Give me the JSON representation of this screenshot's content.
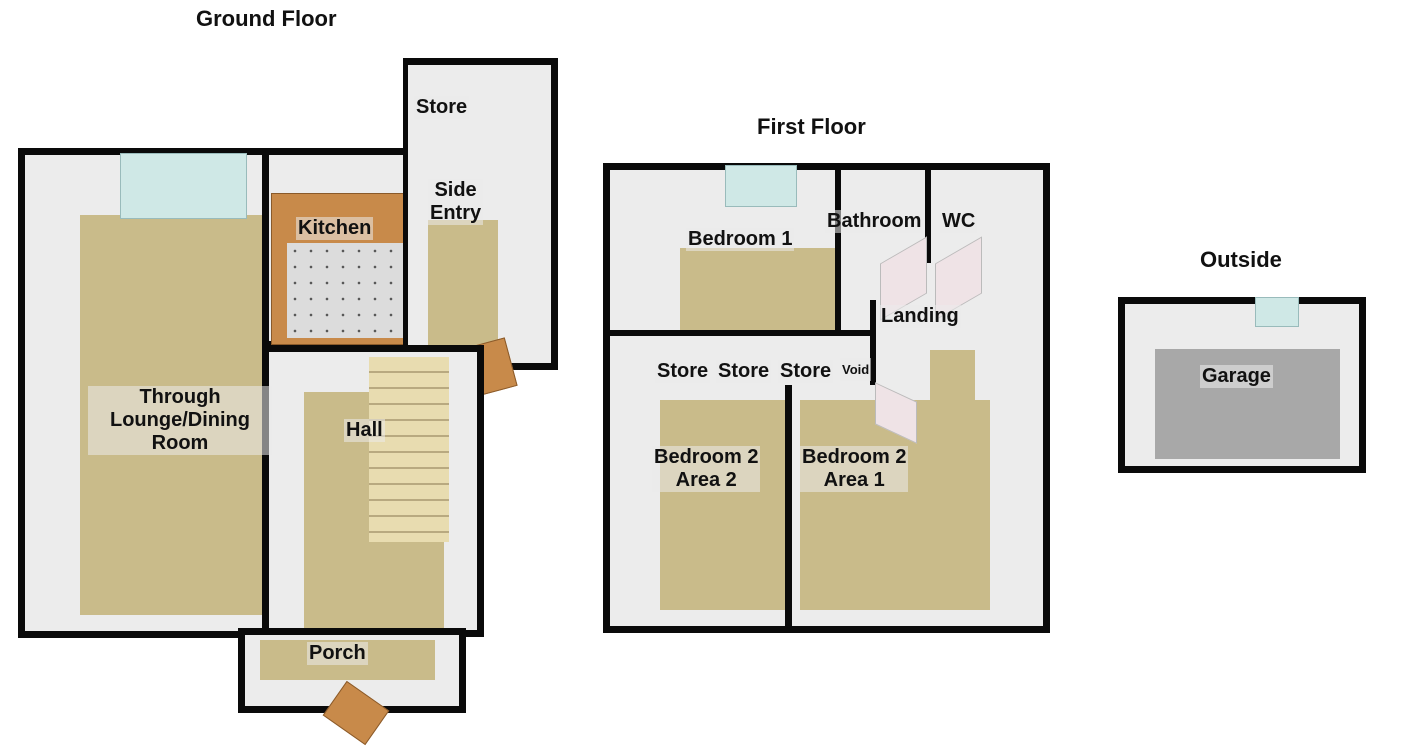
{
  "titles": {
    "ground": "Ground Floor",
    "first": "First Floor",
    "outside": "Outside"
  },
  "ground_floor": {
    "lounge": "Through Lounge/Dining Room",
    "lounge_lines": [
      "Through",
      "Lounge/Dining",
      "Room"
    ],
    "kitchen": "Kitchen",
    "store": "Store",
    "side_entry_lines": [
      "Side",
      "Entry"
    ],
    "hall": "Hall",
    "porch": "Porch"
  },
  "first_floor": {
    "bedroom1": "Bedroom 1",
    "bathroom": "Bathroom",
    "wc": "WC",
    "landing": "Landing",
    "stores": [
      "Store",
      "Store",
      "Store"
    ],
    "void": "Void",
    "bed2_area2_lines": [
      "Bedroom 2",
      "Area 2"
    ],
    "bed2_area1_lines": [
      "Bedroom 2",
      "Area 1"
    ]
  },
  "outside": {
    "garage": "Garage"
  }
}
